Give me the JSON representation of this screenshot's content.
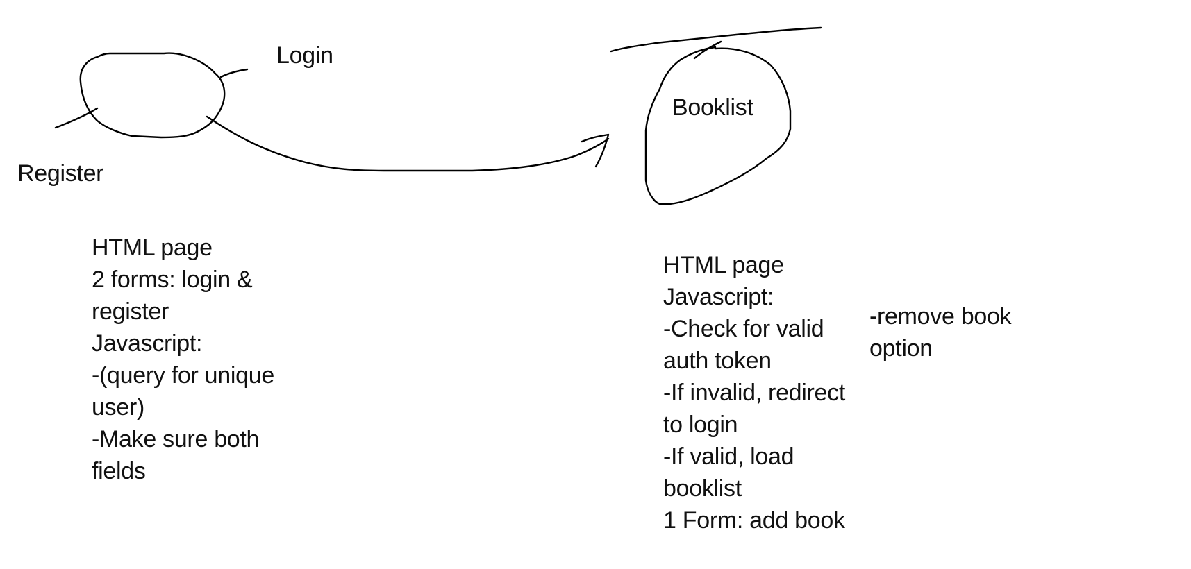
{
  "nodes": {
    "login": "Login",
    "register": "Register",
    "booklist": "Booklist"
  },
  "notes": {
    "login_page": [
      "HTML page",
      "2 forms: login &",
      "register",
      "Javascript:",
      "-(query for unique",
      "user)",
      "-Make sure both",
      "fields"
    ],
    "booklist_page": [
      "HTML page",
      "Javascript:",
      "-Check for valid",
      "auth token",
      "-If invalid, redirect",
      "to login",
      "-If valid, load",
      "booklist",
      "1 Form: add book"
    ],
    "booklist_extra": [
      "-remove book",
      "option"
    ]
  },
  "edges": [
    {
      "from": "login",
      "to": "booklist"
    }
  ]
}
